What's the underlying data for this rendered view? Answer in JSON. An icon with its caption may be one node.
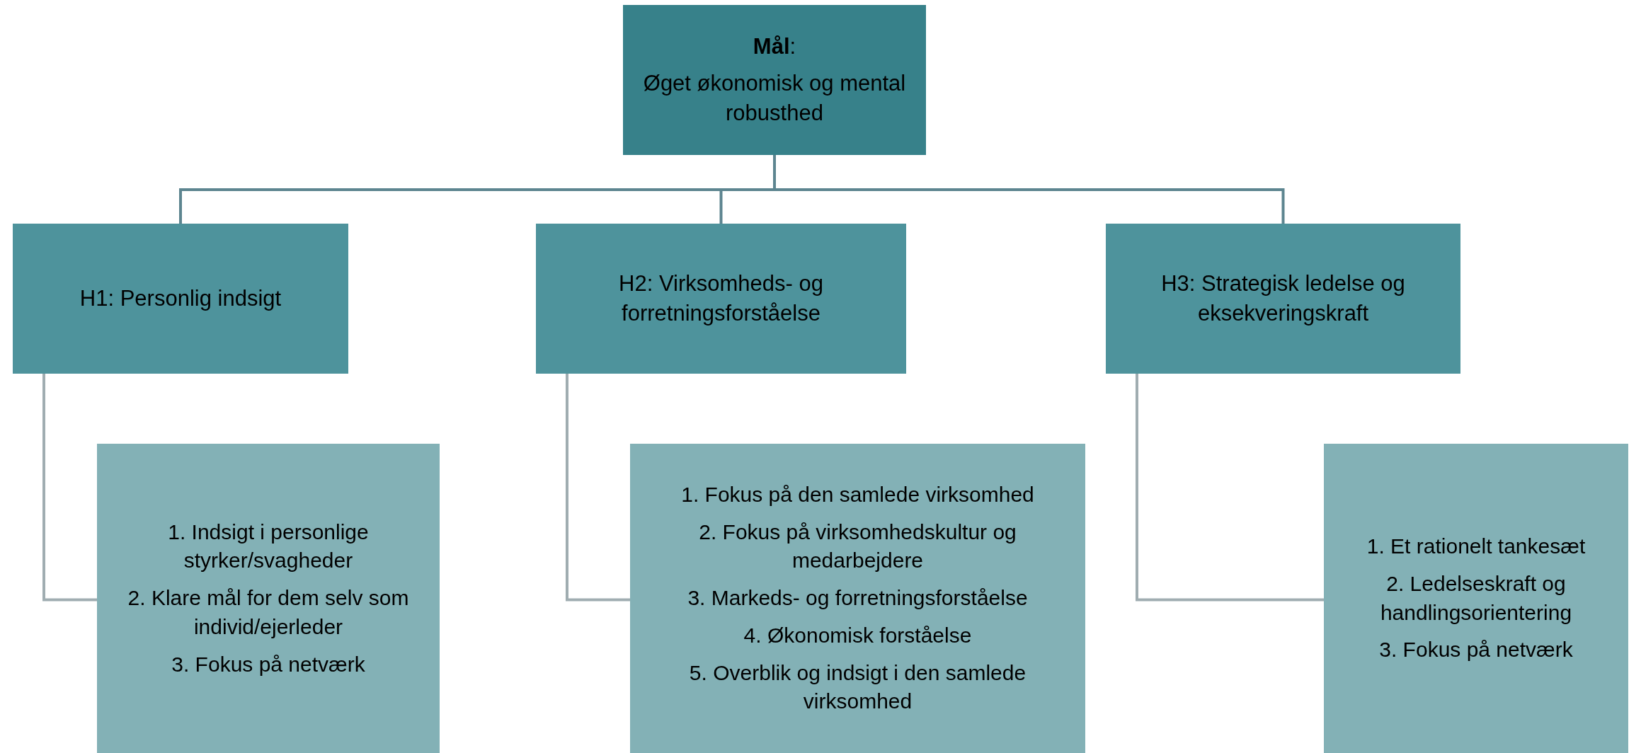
{
  "diagram": {
    "nodes": [
      {
        "text": [
          "**Mål**:",
          "Øget økonomisk og mental robusthed"
        ]
      },
      {
        "text": [
          "H1: Personlig indsigt"
        ]
      },
      {
        "text": [
          "H2: Virksomheds- og forretningsforståelse"
        ]
      },
      {
        "text": [
          "H3: Strategisk ledelse og eksekveringskraft"
        ]
      },
      {
        "text": [
          "1. Indsigt i personlige styrker/svagheder",
          "2. Klare mål for dem selv som individ/ejerleder",
          "3. Fokus på netværk"
        ]
      },
      {
        "text": [
          "1. Fokus på den samlede virksomhed",
          "2. Fokus på virksomhedskultur og medarbejdere",
          "3. Markeds- og forretningsforståelse",
          "4. Økonomisk forståelse",
          "5. Overblik og indsigt i den samlede virksomhed"
        ]
      },
      {
        "text": [
          "1. Et rationelt tankesæt",
          "2. Ledelseskraft og handlingsorientering",
          "3. Fokus på netværk"
        ]
      }
    ],
    "edges": [
      {
        "from": 0,
        "to": 1,
        "arrow": "none"
      },
      {
        "from": 0,
        "to": 2,
        "arrow": "none"
      },
      {
        "from": 0,
        "to": 3,
        "arrow": "none"
      },
      {
        "from": 1,
        "to": 4,
        "arrow": "none",
        "color": "#a0adb1"
      },
      {
        "from": 2,
        "to": 5,
        "arrow": "none",
        "color": "#a0adb1"
      },
      {
        "from": 3,
        "to": 6,
        "arrow": "none",
        "color": "#a0adb1"
      }
    ]
  }
}
